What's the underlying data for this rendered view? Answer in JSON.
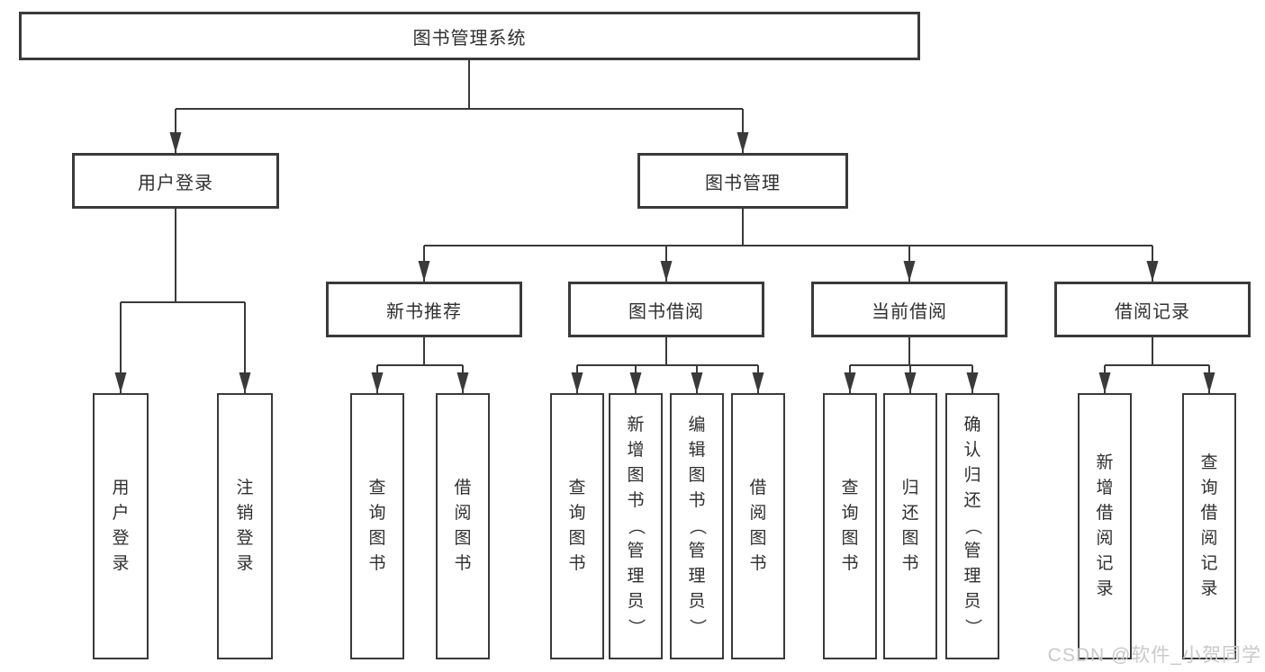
{
  "root": {
    "label": "图书管理系统"
  },
  "branches": {
    "user_login": {
      "label": "用户登录",
      "children": [
        {
          "label": "用户登录"
        },
        {
          "label": "注销登录"
        }
      ]
    },
    "book_mgmt": {
      "label": "图书管理",
      "sections": [
        {
          "label": "新书推荐",
          "children": [
            {
              "label": "查询图书"
            },
            {
              "label": "借阅图书"
            }
          ]
        },
        {
          "label": "图书借阅",
          "children": [
            {
              "label": "查询图书"
            },
            {
              "label": "新增图书（管理员）"
            },
            {
              "label": "编辑图书（管理员）"
            },
            {
              "label": "借阅图书"
            }
          ]
        },
        {
          "label": "当前借阅",
          "children": [
            {
              "label": "查询图书"
            },
            {
              "label": "归还图书"
            },
            {
              "label": "确认归还（管理员）"
            }
          ]
        },
        {
          "label": "借阅记录",
          "children": [
            {
              "label": "新增借阅记录"
            },
            {
              "label": "查询借阅记录"
            }
          ]
        }
      ]
    }
  },
  "watermark": "CSDN @软件_小贺同学",
  "colors": {
    "line": "#3a3a3a",
    "text": "#2f2f2f",
    "box_background": "#ffffff",
    "watermark": "#c9c9c9"
  }
}
